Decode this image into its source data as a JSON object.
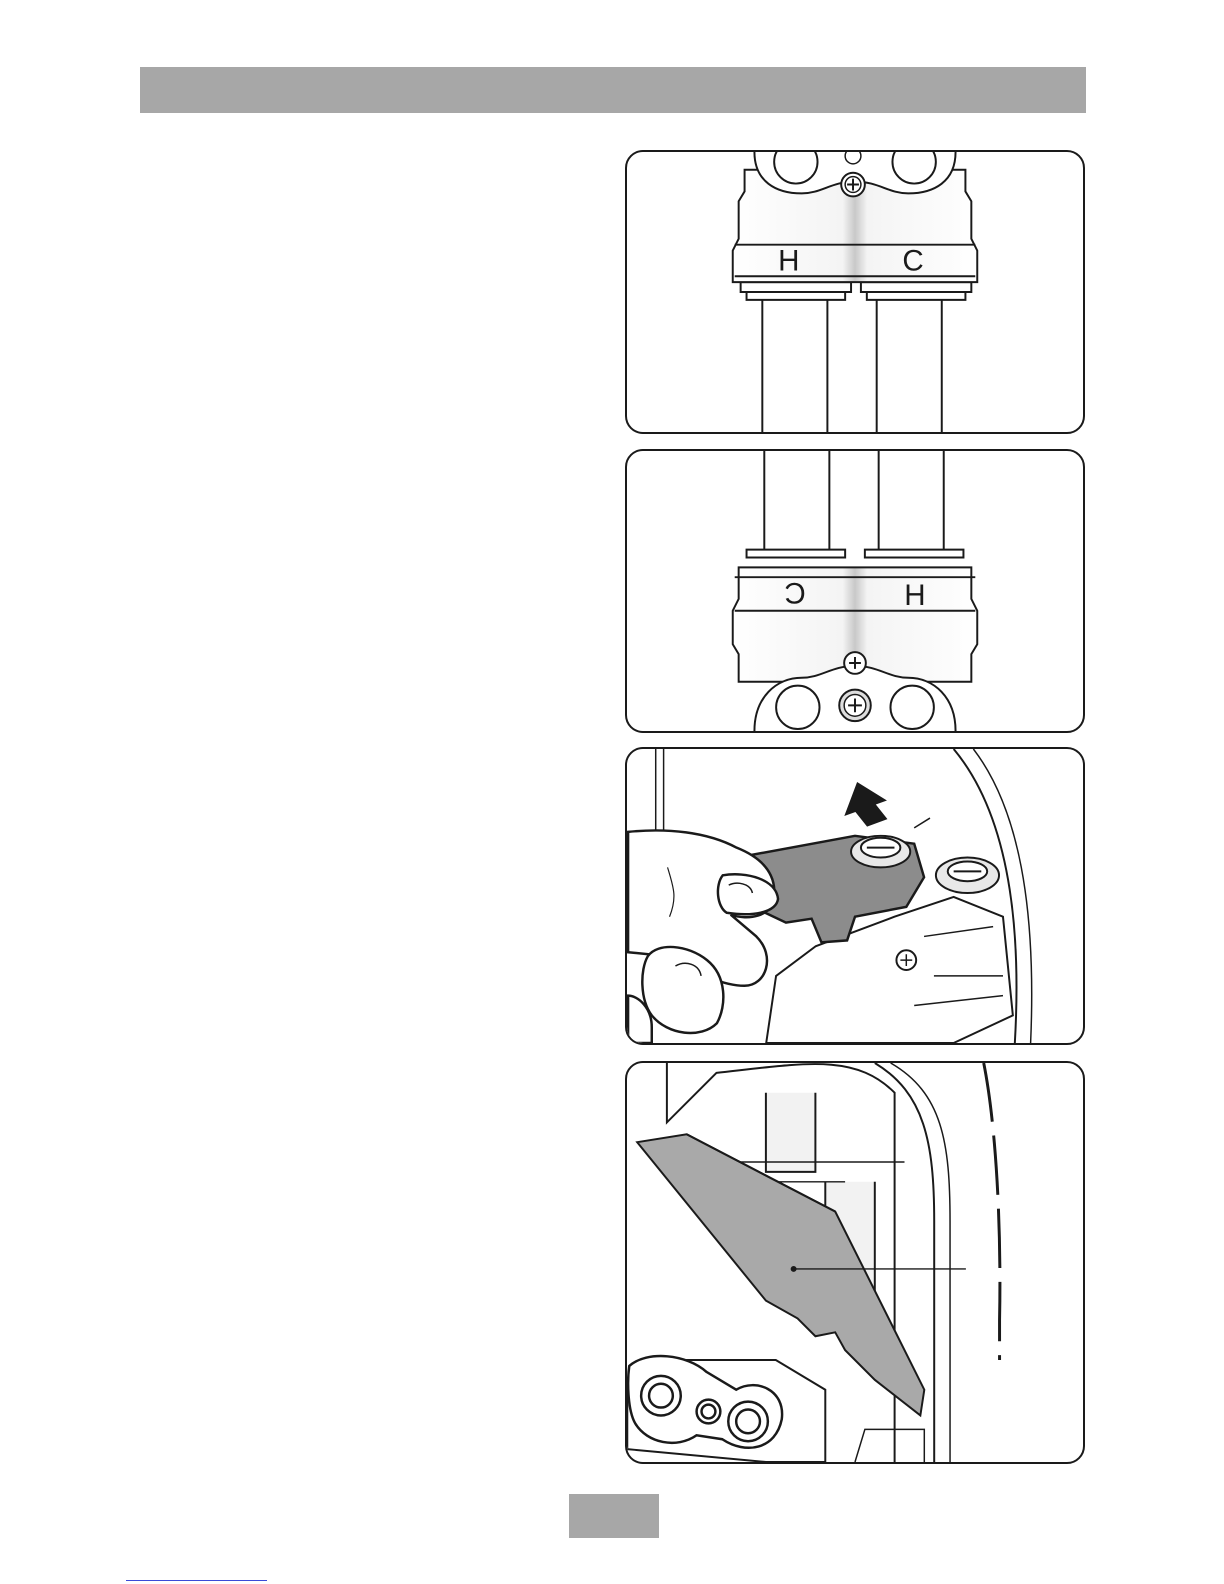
{
  "figures": {
    "fig1": {
      "left_label": "H",
      "right_label": "C"
    },
    "fig2": {
      "left_label": "C",
      "right_label": "H"
    }
  },
  "colors": {
    "header_bar": "#a7a7a7",
    "page_number_box": "#a7a7a7",
    "outline": "#1a1a1a",
    "tool_fill": "#8c8c8c",
    "cover_fill": "#a9a9a9"
  }
}
